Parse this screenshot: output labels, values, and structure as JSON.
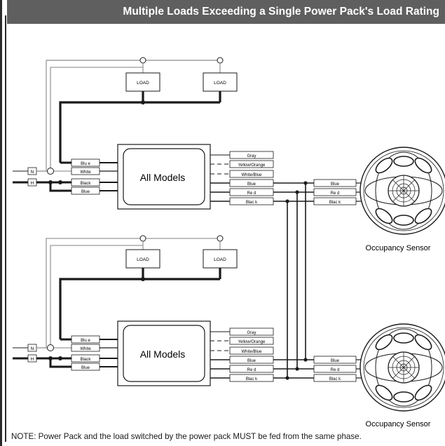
{
  "title": "Multiple Loads Exceeding a Single Power Pack's Load Rating",
  "note": "NOTE: Power Pack and the load switched by the power pack MUST be fed from the same phase.",
  "load_label": "LOAD",
  "pack_label": "All Models",
  "sensor_label": "Occupancy Sensor",
  "line_labels": {
    "neutral": "N",
    "hot": "H"
  },
  "pack_left_wires": [
    "Blu e",
    "White",
    "Black",
    "Blue"
  ],
  "pack_right_wires": [
    "Gray",
    "Yellow/Orange",
    "White/Blue",
    "Blue",
    "Re d",
    "Blac k"
  ],
  "sensor_wires": [
    "Blue",
    "Re d",
    "Blac k"
  ],
  "colors": {
    "title_bar": "#5f5f5f",
    "line": "#1a1a1a",
    "gray_wire": "#9a9a9a"
  }
}
